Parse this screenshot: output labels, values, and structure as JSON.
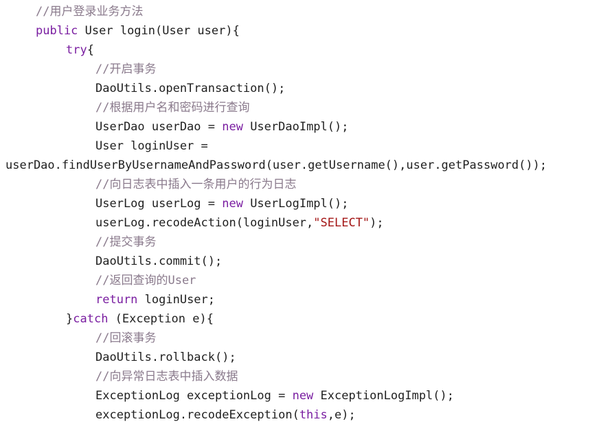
{
  "code": {
    "language": "java",
    "lines": [
      {
        "indent": 1,
        "tokens": [
          {
            "t": "comment",
            "v": "//用户登录业务方法"
          }
        ]
      },
      {
        "indent": 1,
        "tokens": [
          {
            "t": "keyword",
            "v": "public"
          },
          {
            "t": "plain",
            "v": " User login(User user){"
          }
        ]
      },
      {
        "indent": 2,
        "tokens": [
          {
            "t": "keyword",
            "v": "try"
          },
          {
            "t": "plain",
            "v": "{"
          }
        ]
      },
      {
        "indent": 3,
        "tokens": [
          {
            "t": "comment",
            "v": "//开启事务"
          }
        ]
      },
      {
        "indent": 3,
        "tokens": [
          {
            "t": "plain",
            "v": "DaoUtils.openTransaction();"
          }
        ]
      },
      {
        "indent": 3,
        "tokens": [
          {
            "t": "comment",
            "v": "//根据用户名和密码进行查询"
          }
        ]
      },
      {
        "indent": 3,
        "tokens": [
          {
            "t": "plain",
            "v": "UserDao userDao = "
          },
          {
            "t": "keyword",
            "v": "new"
          },
          {
            "t": "plain",
            "v": " UserDaoImpl();"
          }
        ]
      },
      {
        "indent": 3,
        "tokens": [
          {
            "t": "plain",
            "v": "User loginUser ="
          }
        ]
      },
      {
        "indent": 0,
        "tokens": [
          {
            "t": "plain",
            "v": "userDao.findUserByUsernameAndPassword(user.getUsername(),user.getPassword());"
          }
        ]
      },
      {
        "indent": 3,
        "tokens": [
          {
            "t": "comment",
            "v": "//向日志表中插入一条用户的行为日志"
          }
        ]
      },
      {
        "indent": 3,
        "tokens": [
          {
            "t": "plain",
            "v": "UserLog userLog = "
          },
          {
            "t": "keyword",
            "v": "new"
          },
          {
            "t": "plain",
            "v": " UserLogImpl();"
          }
        ]
      },
      {
        "indent": 3,
        "tokens": [
          {
            "t": "plain",
            "v": "userLog.recodeAction(loginUser,"
          },
          {
            "t": "string",
            "v": "\"SELECT\""
          },
          {
            "t": "plain",
            "v": ");"
          }
        ]
      },
      {
        "indent": 3,
        "tokens": [
          {
            "t": "comment",
            "v": "//提交事务"
          }
        ]
      },
      {
        "indent": 3,
        "tokens": [
          {
            "t": "plain",
            "v": "DaoUtils.commit();"
          }
        ]
      },
      {
        "indent": 3,
        "tokens": [
          {
            "t": "comment",
            "v": "//返回查询的User"
          }
        ]
      },
      {
        "indent": 3,
        "tokens": [
          {
            "t": "keyword",
            "v": "return"
          },
          {
            "t": "plain",
            "v": " loginUser;"
          }
        ]
      },
      {
        "indent": 2,
        "tokens": [
          {
            "t": "plain",
            "v": "}"
          },
          {
            "t": "keyword",
            "v": "catch"
          },
          {
            "t": "plain",
            "v": " (Exception e){"
          }
        ]
      },
      {
        "indent": 3,
        "tokens": [
          {
            "t": "comment",
            "v": "//回滚事务"
          }
        ]
      },
      {
        "indent": 3,
        "tokens": [
          {
            "t": "plain",
            "v": "DaoUtils.rollback();"
          }
        ]
      },
      {
        "indent": 3,
        "tokens": [
          {
            "t": "comment",
            "v": "//向异常日志表中插入数据"
          }
        ]
      },
      {
        "indent": 3,
        "tokens": [
          {
            "t": "plain",
            "v": "ExceptionLog exceptionLog = "
          },
          {
            "t": "keyword",
            "v": "new"
          },
          {
            "t": "plain",
            "v": " ExceptionLogImpl();"
          }
        ]
      },
      {
        "indent": 3,
        "tokens": [
          {
            "t": "plain",
            "v": "exceptionLog.recodeException("
          },
          {
            "t": "keyword",
            "v": "this"
          },
          {
            "t": "plain",
            "v": ",e);"
          }
        ]
      }
    ]
  },
  "colors": {
    "comment": "#8a7a8c",
    "keyword": "#7a1ea1",
    "string": "#a31515",
    "plain": "#1f1f1f",
    "background": "#ffffff"
  }
}
